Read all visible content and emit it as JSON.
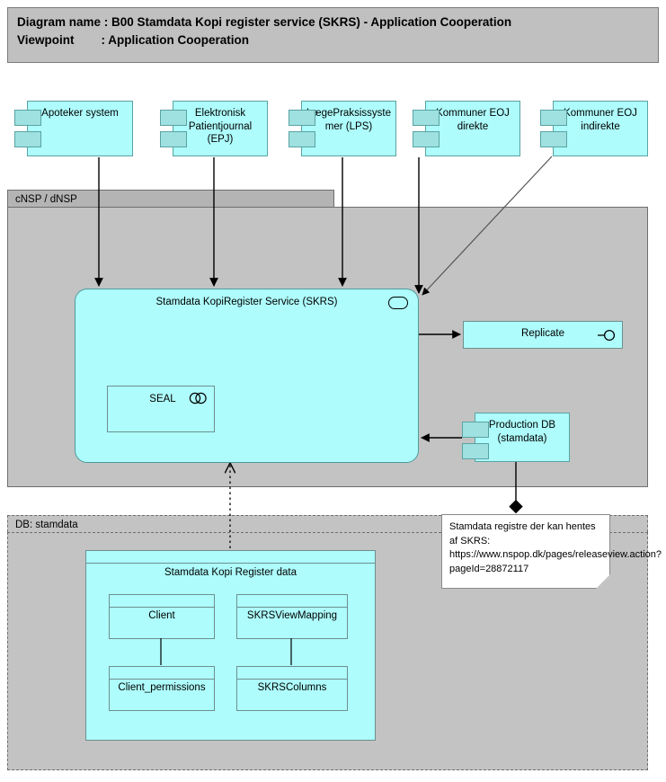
{
  "header": {
    "line1": "Diagram name : B00 Stamdata Kopi register service (SKRS) - Application Cooperation",
    "line2": "Viewpoint        : Application Cooperation"
  },
  "groups": {
    "nsp": {
      "label": "cNSP / dNSP"
    },
    "db": {
      "label": "DB: stamdata"
    }
  },
  "components": [
    {
      "id": "apoteker",
      "label": "Apoteker system"
    },
    {
      "id": "epj",
      "label": "Elektronisk\nPatientjournal\n(EPJ)"
    },
    {
      "id": "lps",
      "label": "LægePraksissyste\nmer (LPS)"
    },
    {
      "id": "eoj_direkte",
      "label": "Kommuner EOJ\ndirekte"
    },
    {
      "id": "eoj_indirekte",
      "label": "Kommuner EOJ\nindirekte"
    },
    {
      "id": "production_db",
      "label": "Production DB\n(stamdata)"
    }
  ],
  "service": {
    "label": "Stamdata KopiRegister Service (SKRS)",
    "interface_icon": "application-interface-oval-icon"
  },
  "seal": {
    "label": "SEAL",
    "icon": "application-collaboration-icon"
  },
  "replicate": {
    "label": "Replicate",
    "icon": "application-interface-lollipop-icon"
  },
  "data_container": {
    "label": "Stamdata Kopi Register data"
  },
  "data_objects": [
    {
      "id": "client",
      "label": "Client"
    },
    {
      "id": "skrsviewmapping",
      "label": "SKRSViewMapping"
    },
    {
      "id": "client_permissions",
      "label": "Client_permissions"
    },
    {
      "id": "skrscolumns",
      "label": "SKRSColumns"
    }
  ],
  "note": {
    "text": "Stamdata registre der kan hentes af SKRS: https://www.nspop.dk/pages/releaseview.action?pageId=28872117"
  },
  "colors": {
    "element_fill": "#aefcfc",
    "element_stroke": "#5aa3a3",
    "group_fill": "#c3c3c3",
    "group_tab_fill": "#b4b4b4",
    "header_fill": "#c0c0c0",
    "line": "#000000",
    "note_fill": "#ffffff"
  }
}
